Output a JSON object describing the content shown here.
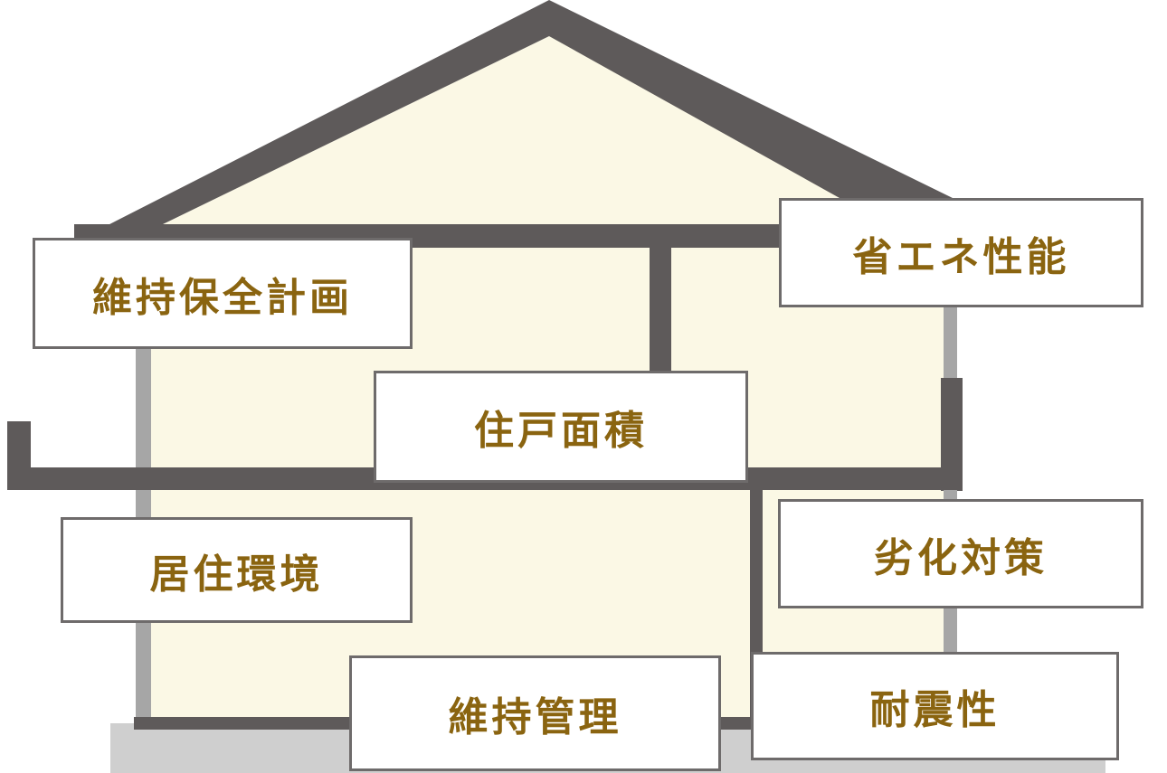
{
  "labels": {
    "maintenance_plan": "維持保全計画",
    "energy_efficiency": "省エネ性能",
    "floor_area": "住戸面積",
    "living_environment": "居住環境",
    "degradation_countermeasures": "劣化対策",
    "maintenance_management": "維持管理",
    "seismic_resistance": "耐震性"
  },
  "colors": {
    "wall": "#5e5a5a",
    "interior": "#fbf8e5",
    "thin_wall": "#a6a6a6",
    "ground": "#cfcfcf",
    "label_text": "#8a6410",
    "box_border": "#6e6b6b"
  }
}
